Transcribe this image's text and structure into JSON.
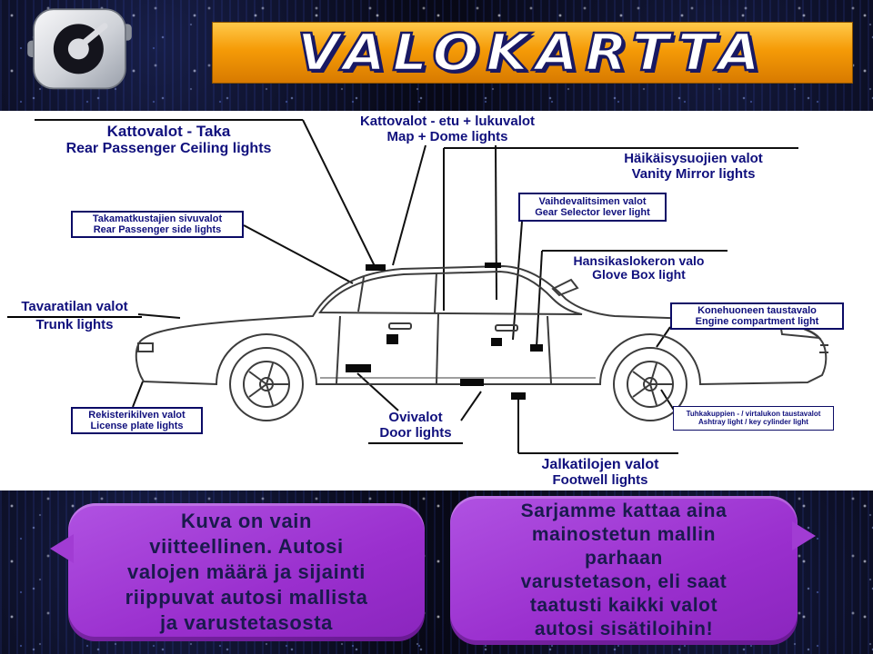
{
  "header": {
    "title": "VALOKARTTA",
    "banner_color_top": "#ffc94a",
    "banner_color_bottom": "#d87a00",
    "title_color": "#ffffff",
    "title_outline_color": "#191963"
  },
  "icons": {
    "brand_logo": "circular-swirl-car-parts-logo"
  },
  "diagram": {
    "label_color": "#10107d",
    "labels": {
      "ceiling_rear": {
        "fi": "Kattovalot - Taka",
        "en": "Rear Passenger Ceiling lights"
      },
      "map_dome": {
        "fi": "Kattovalot - etu + lukuvalot",
        "en": "Map + Dome lights"
      },
      "vanity": {
        "fi": "Häikäisysuojien valot",
        "en": "Vanity Mirror lights"
      },
      "gear": {
        "fi": "Vaihdevalitsimen valot",
        "en": "Gear Selector lever light"
      },
      "rear_side": {
        "fi": "Takamatkustajien sivuvalot",
        "en": "Rear Passenger side lights"
      },
      "glovebox": {
        "fi": "Hansikaslokeron valo",
        "en": "Glove Box light"
      },
      "trunk": {
        "fi": "Tavaratilan valot",
        "en": "Trunk lights"
      },
      "engine": {
        "fi": "Konehuoneen taustavalo",
        "en": "Engine compartment light"
      },
      "plate": {
        "fi": "Rekisterikilven valot",
        "en": "License plate lights"
      },
      "door": {
        "fi": "Ovivalot",
        "en": "Door lights"
      },
      "ashtray": {
        "fi": "Tuhkakuppien - / virtalukon taustavalot",
        "en": "Ashtray light / key cylinder light"
      },
      "footwell": {
        "fi": "Jalkatilojen valot",
        "en": "Footwell lights"
      }
    }
  },
  "footer": {
    "bubble_color": "#9a2fce",
    "bubble_text_color": "#1a1a4d",
    "left_bubble": {
      "lines": [
        "Kuva on vain",
        "viitteellinen. Autosi",
        "valojen määrä ja sijainti",
        "riippuvat autosi mallista",
        "ja varustetasosta"
      ]
    },
    "right_bubble": {
      "lines": [
        "Sarjamme kattaa aina",
        "mainostetun mallin",
        "parhaan",
        "varustetason, eli saat",
        "taatusti kaikki valot",
        "autosi sisätiloihin!"
      ]
    }
  }
}
